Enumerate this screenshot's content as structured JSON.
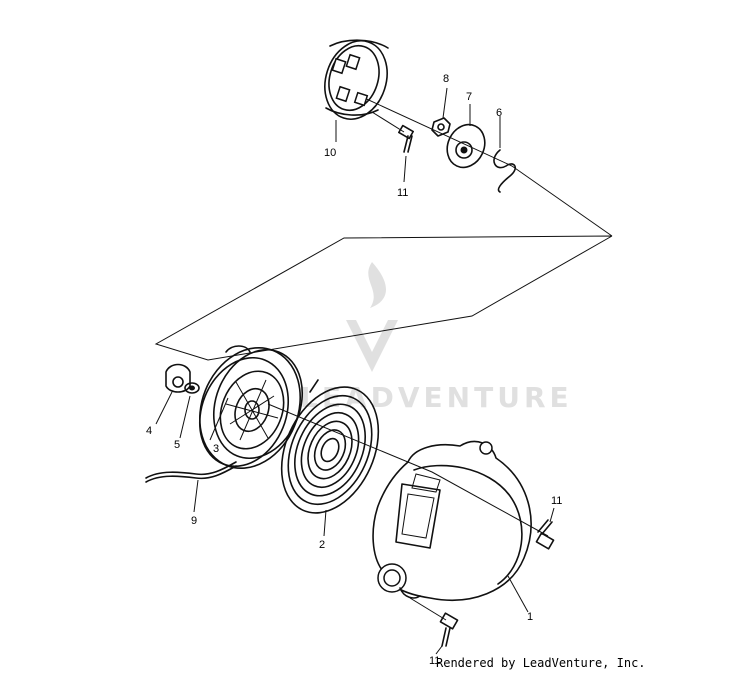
{
  "watermark": {
    "text": "LEADVENTURE",
    "logo_icon": "flame-v-logo-icon",
    "color": "#c8c8c8"
  },
  "credit": "Rendered by LeadVenture, Inc.",
  "callouts": {
    "c1": "1",
    "c2": "2",
    "c3": "3",
    "c4": "4",
    "c5": "5",
    "c6": "6",
    "c7": "7",
    "c8": "8",
    "c9": "9",
    "c10": "10",
    "c11a": "11",
    "c11b": "11",
    "c11c": "11"
  },
  "colors": {
    "line": "#111111",
    "background": "#ffffff"
  }
}
